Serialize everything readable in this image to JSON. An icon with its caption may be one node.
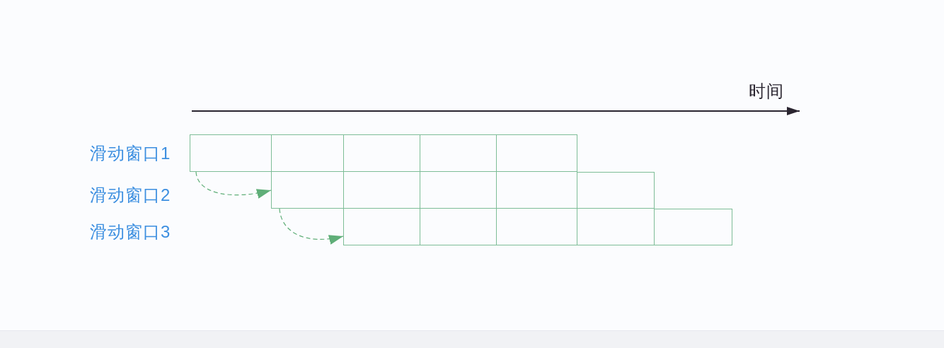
{
  "diagram": {
    "nodes": [
      {
        "text": [],
        "shape": "box"
      },
      {
        "text": [],
        "shape": "box"
      },
      {
        "text": [],
        "shape": "box"
      },
      {
        "text": [],
        "shape": "box"
      },
      {
        "text": [],
        "shape": "box"
      },
      {
        "text": [],
        "shape": "box"
      },
      {
        "text": [],
        "shape": "box"
      },
      {
        "text": [],
        "shape": "box"
      },
      {
        "text": [],
        "shape": "box"
      },
      {
        "text": [],
        "shape": "box"
      },
      {
        "text": [],
        "shape": "box"
      },
      {
        "text": [],
        "shape": "box"
      },
      {
        "text": [],
        "shape": "box"
      },
      {
        "text": [],
        "shape": "box"
      },
      {
        "text": [],
        "shape": "box"
      }
    ],
    "edges": [
      {
        "from": 0,
        "to": 5,
        "arrow": "to",
        "style": "dashed"
      },
      {
        "from": 5,
        "to": 10,
        "arrow": "to",
        "style": "dashed"
      }
    ],
    "labels": [
      "时间",
      "滑动窗口1",
      "滑动窗口2",
      "滑动窗口3"
    ]
  }
}
